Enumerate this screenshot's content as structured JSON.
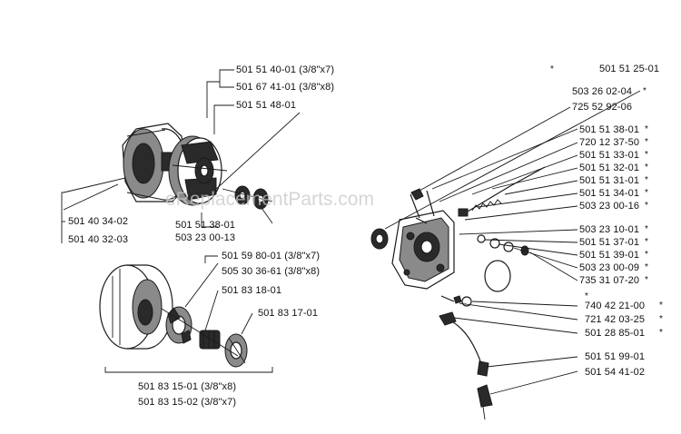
{
  "watermark": "eReplacementParts.com",
  "labels": {
    "l_50151400": "501 51 40-01 (3/8\"x7)",
    "l_50167410": "501 67 41-01 (3/8\"x8)",
    "l_50151480": "501 51 48-01",
    "l_50140342": "501 40 34-02",
    "l_50140323": "501 40 32-03",
    "l_50151381a": "501 51 38-01",
    "l_50323001": "503 23 00-13",
    "l_50159800": "501 59 80-01 (3/8\"x7)",
    "l_50530366": "505 30 36-61 (3/8\"x8)",
    "l_50183180": "501 83 18-01",
    "l_50183170": "501 83 17-01",
    "l_50183150": "501 83 15-01 (3/8\"x8)",
    "l_50183152": "501 83 15-02 (3/8\"x7)",
    "l_50151250": "501 51 25-01",
    "l_50326020": "503 26 02-04",
    "l_72552920": "725 52 92-06",
    "l_50151381b": "501 51 38-01",
    "l_72012375": "720 12 37-50",
    "l_50151330": "501 51 33-01",
    "l_50151320": "501 51 32-01",
    "l_50151310": "501 51 31-01",
    "l_50151340": "501 51 34-01",
    "l_50323016": "503 23 00-16",
    "l_50323101": "503 23 10-01",
    "l_50151370": "501 51 37-01",
    "l_50151390": "501 51 39-01",
    "l_50323009": "503 23 00-09",
    "l_73531072": "735 31 07-20",
    "l_74042210": "740 42 21-00",
    "l_72142032": "721 42 03-25",
    "l_50128850": "501 28 85-01",
    "l_50151990": "501 51 99-01",
    "l_50154410": "501 54 41-02"
  },
  "star": "*"
}
